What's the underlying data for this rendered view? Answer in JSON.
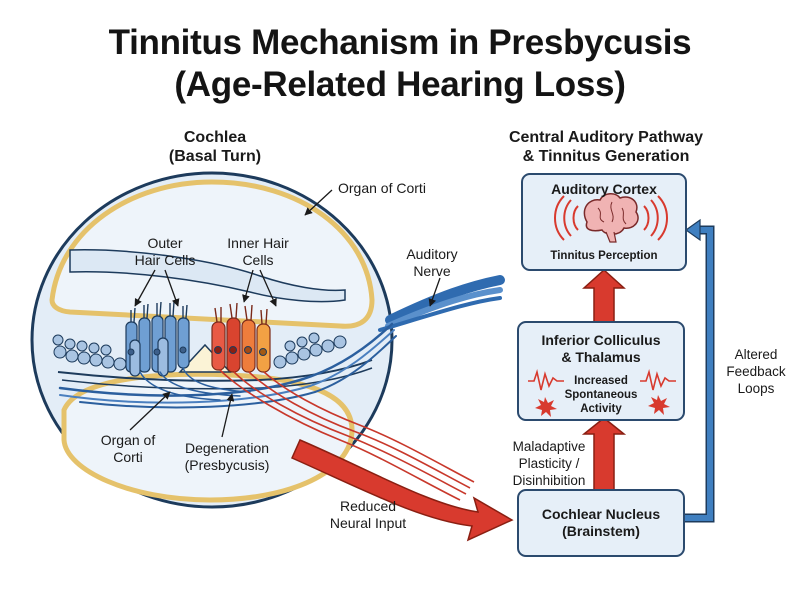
{
  "title_line1": "Tinnitus Mechanism in Presbycusis",
  "title_line2": "(Age-Related Hearing Loss)",
  "cochlea": {
    "heading_line1": "Cochlea",
    "heading_line2": "(Basal Turn)",
    "organ_of_corti_top": "Organ of Corti",
    "outer_hair_cells_line1": "Outer",
    "outer_hair_cells_line2": "Hair Cells",
    "inner_hair_cells_line1": "Inner Hair",
    "inner_hair_cells_line2": "Cells",
    "auditory_nerve_line1": "Auditory",
    "auditory_nerve_line2": "Nerve",
    "organ_of_corti_bottom_line1": "Organ of",
    "organ_of_corti_bottom_line2": "Corti",
    "degeneration_line1": "Degeneration",
    "degeneration_line2": "(Presbycusis)",
    "reduced_input_line1": "Reduced",
    "reduced_input_line2": "Neural Input"
  },
  "pathway": {
    "heading_line1": "Central Auditory Pathway",
    "heading_line2": "& Tinnitus Generation",
    "auditory_cortex": "Auditory Cortex",
    "tinnitus_perception": "Tinnitus Perception",
    "colliculus_line1": "Inferior Colliculus",
    "colliculus_line2": "& Thalamus",
    "activity_line1": "Increased",
    "activity_line2": "Spontaneous",
    "activity_line3": "Activity",
    "plasticity_line1": "Maladaptive",
    "plasticity_line2": "Plasticity /",
    "plasticity_line3": "Disinhibition",
    "nucleus_line1": "Cochlear Nucleus",
    "nucleus_line2": "(Brainstem)",
    "feedback_line1": "Altered",
    "feedback_line2": "Feedback",
    "feedback_line3": "Loops"
  },
  "colors": {
    "fluid": "#e3edf7",
    "outline": "#1d3b5c",
    "membrane": "#f3dc96",
    "box_fill": "#e6eff8",
    "box_stroke": "#2b4a6e",
    "red_arrow": "#d83a2e",
    "blue_arrow": "#3f7fc0",
    "outer_cell": "#6f9fd3",
    "inner_cell": "#e85a45"
  },
  "icons": [
    "brain-icon",
    "sound-wave-icon",
    "burst-icon",
    "zigzag-signal-icon"
  ]
}
